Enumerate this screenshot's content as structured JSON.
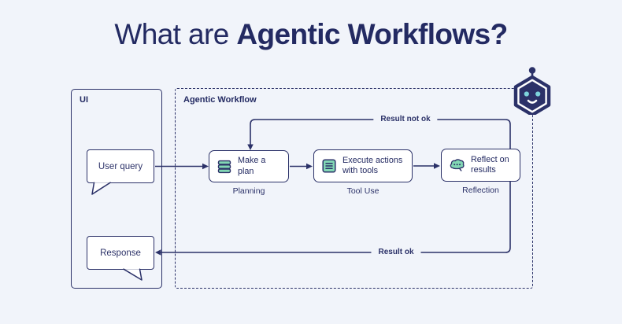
{
  "title": {
    "prefix": "What are",
    "emphasis": "Agentic Workflows?"
  },
  "ui_panel": {
    "label": "UI",
    "user_query": "User query",
    "response": "Response"
  },
  "workflow_panel": {
    "label": "Agentic Workflow",
    "steps": [
      {
        "label": "Make a plan",
        "caption": "Planning",
        "icon": "stack-icon"
      },
      {
        "label": "Execute actions with tools",
        "caption": "Tool Use",
        "icon": "checklist-icon"
      },
      {
        "label": "Reflect on results",
        "caption": "Reflection",
        "icon": "thought-bubble-icon"
      }
    ],
    "edges": {
      "fail_label": "Result not ok",
      "success_label": "Result ok"
    }
  },
  "icons": {
    "mascot": "robot-icon"
  },
  "colors": {
    "background": "#f1f4fa",
    "ink": "#232a62",
    "line": "#2b3168",
    "accent_green": "#82d7b4",
    "robot_eye": "#7dd4dc",
    "box_fill": "#ffffff"
  }
}
